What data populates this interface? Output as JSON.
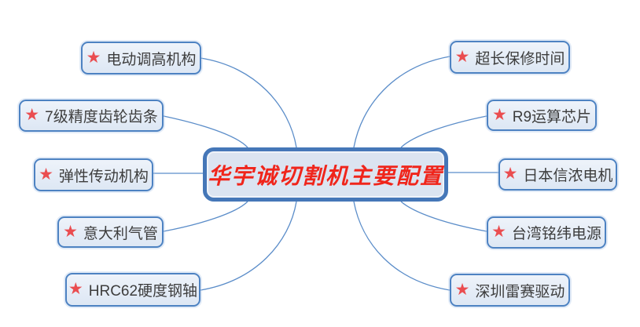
{
  "diagram": {
    "type": "mindmap",
    "center": {
      "label": "华宇诚切割机主要配置"
    },
    "star_icon": {
      "glyph": "★",
      "color": "#ea4d50"
    },
    "branches": {
      "left": [
        {
          "label": "电动调高机构"
        },
        {
          "label": "7级精度齿轮齿条"
        },
        {
          "label": "弹性传动机构"
        },
        {
          "label": "意大利气管"
        },
        {
          "label": "HRC62硬度钢轴"
        }
      ],
      "right": [
        {
          "label": "超长保修时间"
        },
        {
          "label": "R9运算芯片"
        },
        {
          "label": "日本信浓电机"
        },
        {
          "label": "台湾铭纬电源"
        },
        {
          "label": "深圳雷赛驱动"
        }
      ]
    },
    "colors": {
      "background": "#ffffff",
      "node_fill": "#e3ebf6",
      "node_border": "#4d82c2",
      "center_fill": "#dbe4f1",
      "center_border": "#4577b8",
      "center_text": "#f0251b",
      "connector": "#5b8dc9",
      "label_text": "#3d3d3d",
      "star": "#ea4d50"
    }
  }
}
